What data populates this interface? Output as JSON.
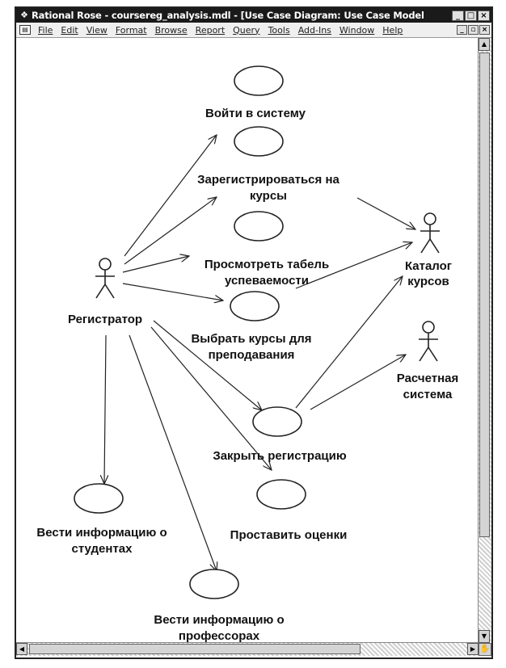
{
  "window": {
    "title": "Rational Rose - coursereg_analysis.mdl - [Use Case Diagram: Use Case Model",
    "app_icon": "rose-icon",
    "buttons": {
      "minimize": "_",
      "maximize": "□",
      "close": "×"
    }
  },
  "menu": {
    "items": [
      "File",
      "Edit",
      "View",
      "Format",
      "Browse",
      "Report",
      "Query",
      "Tools",
      "Add-Ins",
      "Window",
      "Help"
    ],
    "doc_buttons": {
      "minimize": "_",
      "restore": "▫",
      "close": "×"
    }
  },
  "diagram": {
    "actors": {
      "registrar": "Регистратор",
      "catalog": [
        "Каталог",
        "курсов"
      ],
      "billing": [
        "Расчетная",
        "система"
      ]
    },
    "use_cases": {
      "login": [
        "Войти в систему"
      ],
      "register": [
        "Зарегистрироваться на",
        "курсы"
      ],
      "view_grades": [
        "Просмотреть табель",
        "успеваемости"
      ],
      "select_courses": [
        "Выбрать курсы для",
        "преподавания"
      ],
      "close_registration": [
        "Закрыть регистрацию"
      ],
      "submit_grades": [
        "Проставить оценки"
      ],
      "maintain_students": [
        "Вести информацию о",
        "студентах"
      ],
      "maintain_professors": [
        "Вести информацию о",
        "профессорах"
      ]
    }
  },
  "scrollbars": {
    "up_arrow": "▲",
    "down_arrow": "▼",
    "left_arrow": "◀",
    "right_arrow": "▶",
    "corner": "✋"
  }
}
